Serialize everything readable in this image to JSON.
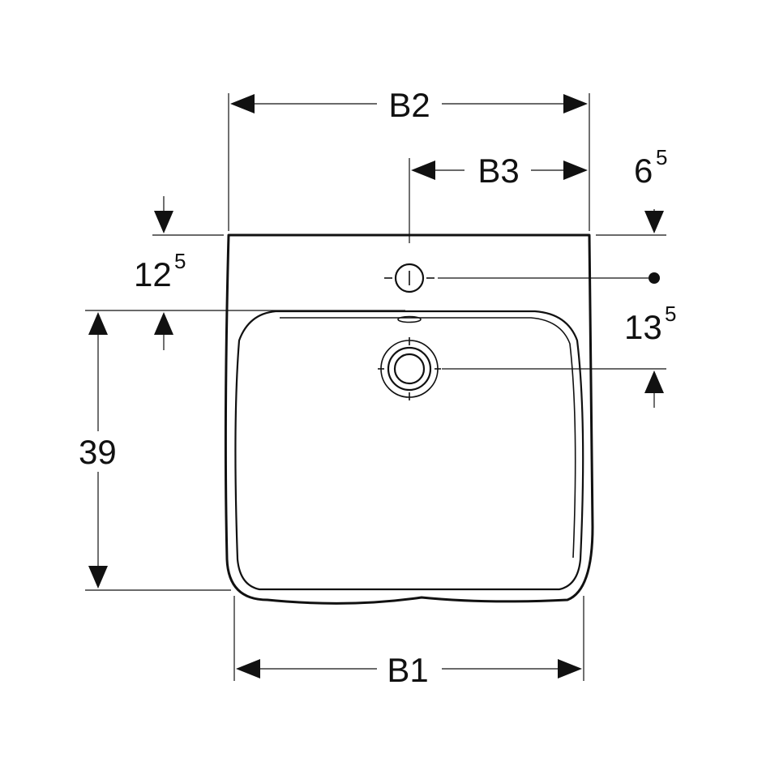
{
  "dimensions": {
    "b2": "B2",
    "b3": "B3",
    "b1": "B1",
    "d39": "39",
    "d12": {
      "main": "12",
      "sup": "5"
    },
    "d13": {
      "main": "13",
      "sup": "5"
    },
    "d6": {
      "main": "6",
      "sup": "5"
    }
  }
}
